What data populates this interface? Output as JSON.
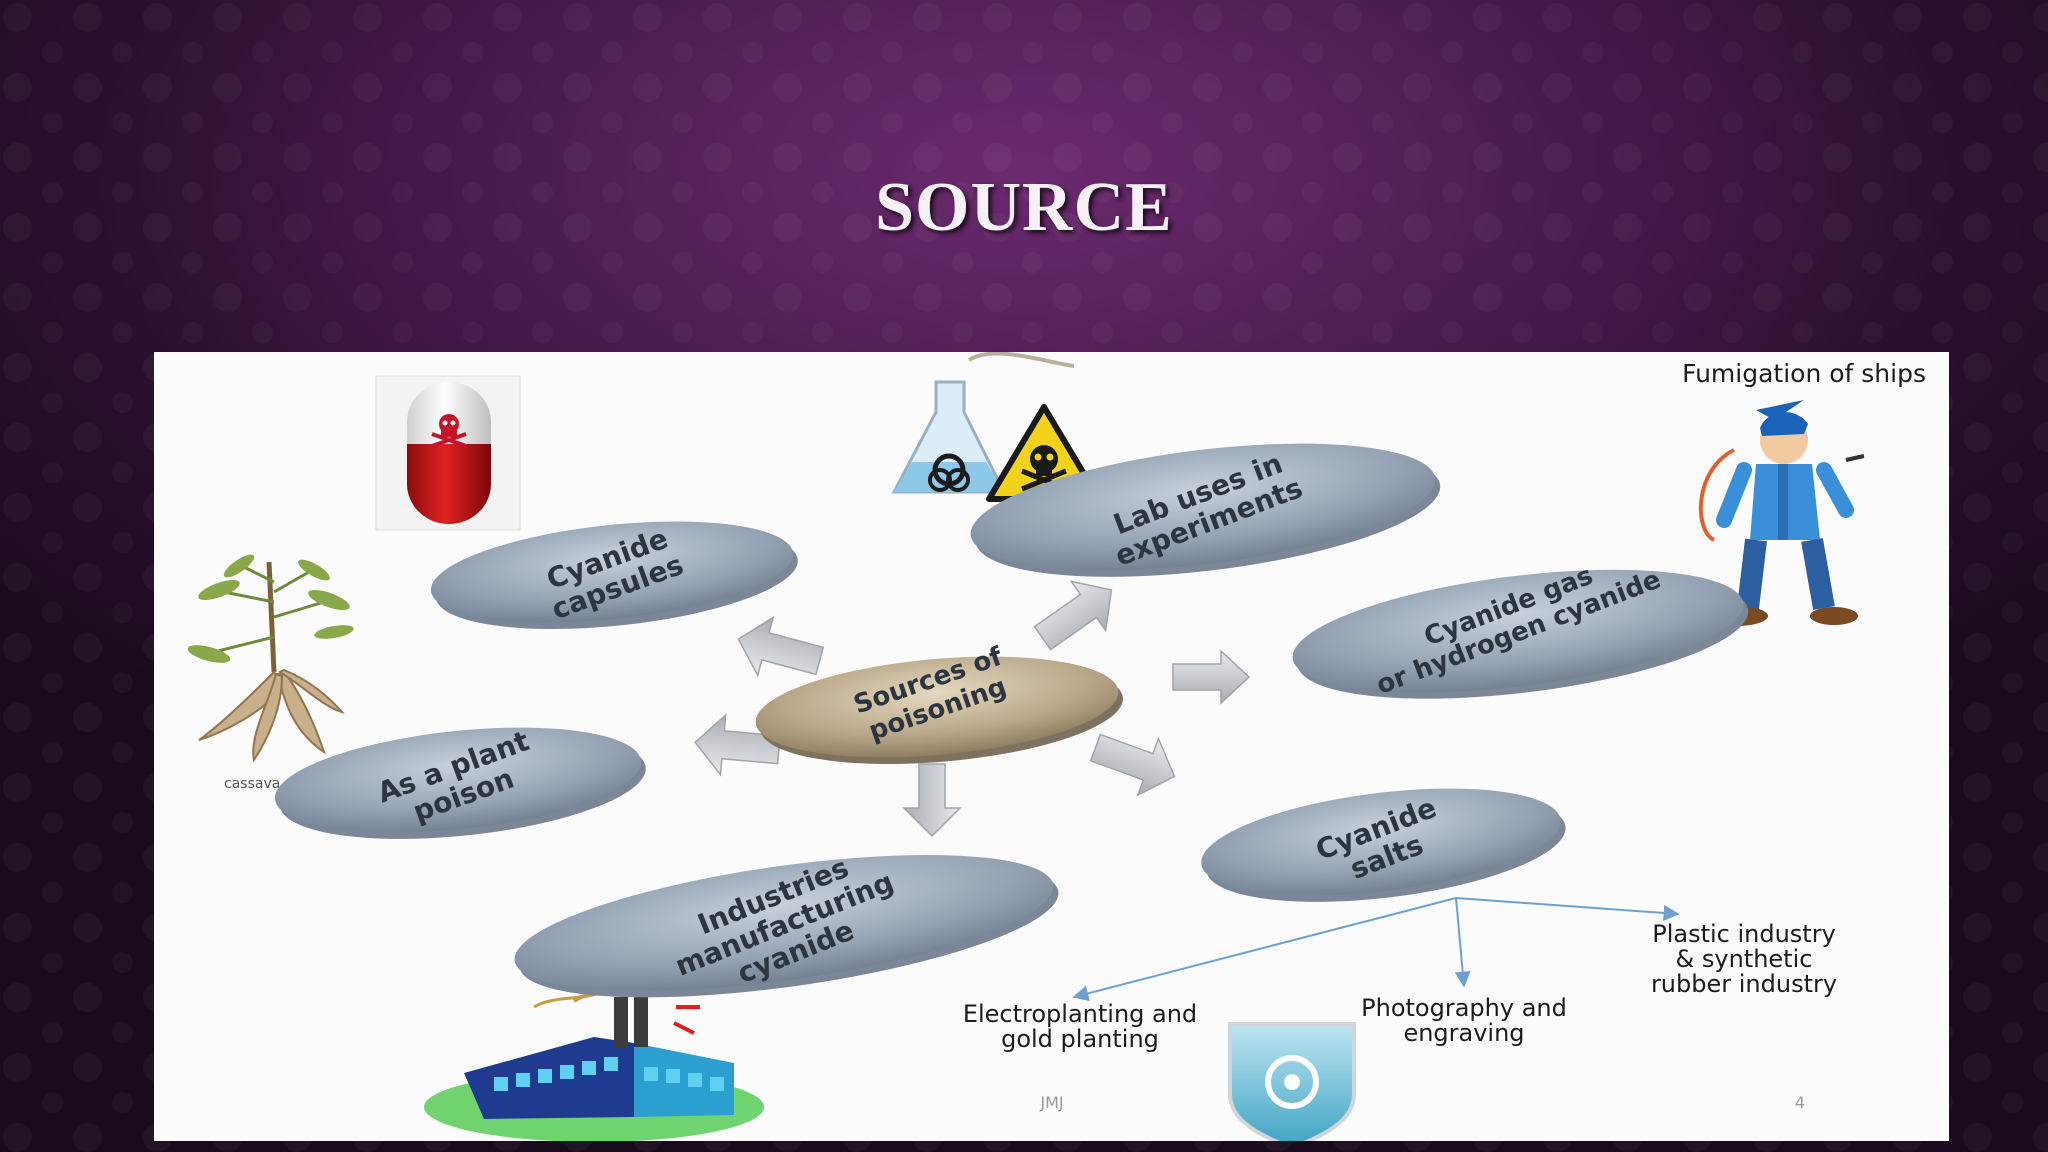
{
  "slide": {
    "title": "SOURCE"
  },
  "diagram": {
    "center": "Sources of poisoning",
    "nodes": [
      {
        "id": "capsules",
        "label": "Cyanide capsules"
      },
      {
        "id": "lab",
        "label": "Lab uses in experiments"
      },
      {
        "id": "gas",
        "label": "Cyanide gas or hydrogen cyanide"
      },
      {
        "id": "salts",
        "label": "Cyanide salts"
      },
      {
        "id": "industries",
        "label": "Industries manufacturing cyanide"
      },
      {
        "id": "plant",
        "label": "As a plant poison"
      }
    ],
    "salt_uses": [
      "Electroplanting and gold planting",
      "Photography and engraving",
      "Plastic industry & synthetic rubber industry"
    ],
    "fumigation_caption": "Fumigation of ships",
    "cassava_caption": "cassava",
    "footer_left": "JMJ",
    "page_number": "4",
    "colors": {
      "ellipse_fill": "#8e9cad",
      "center_fill": "#b9a789",
      "arrow_fill": "#c3c6cb",
      "connector_line": "#6f9fce"
    }
  },
  "icons": [
    "skull-capsule-icon",
    "flask-biohazard-icon",
    "toxic-warning-icon",
    "fumigator-man-icon",
    "cassava-plant-icon",
    "factory-icon",
    "logo-shield-icon"
  ]
}
